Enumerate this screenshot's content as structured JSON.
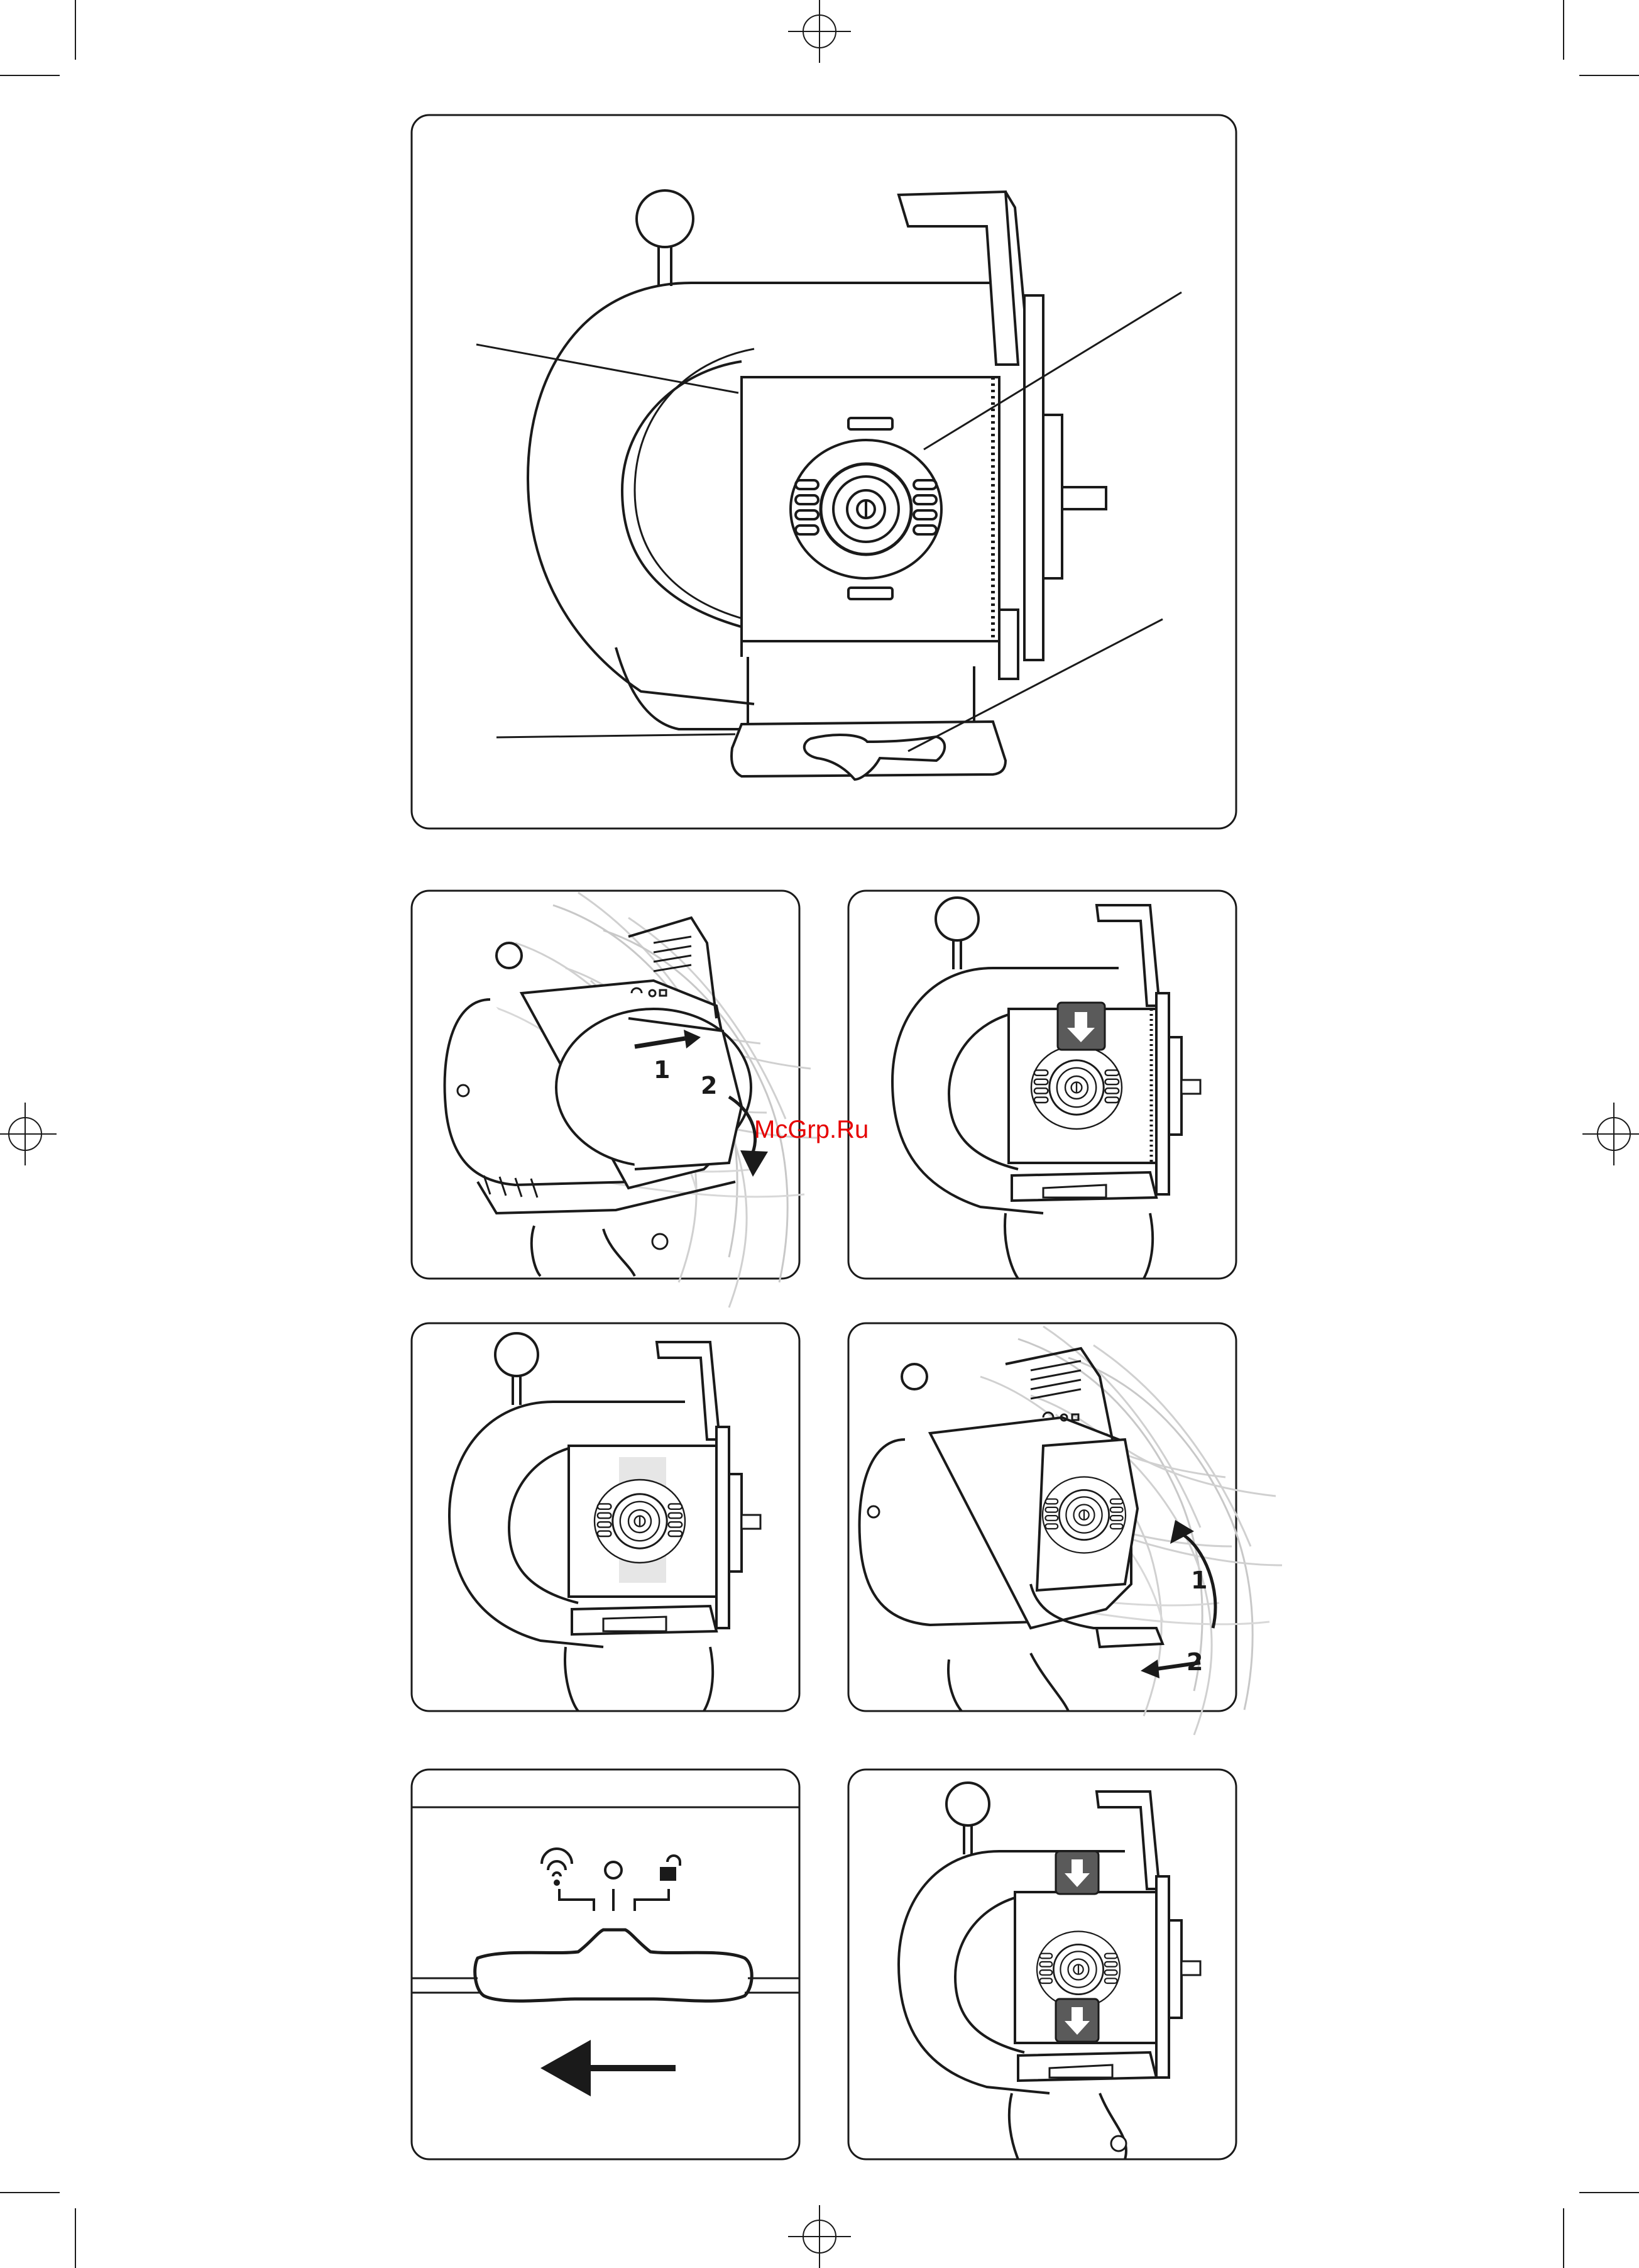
{
  "watermark": "McGrp.Ru",
  "steps": {
    "first": [
      "1",
      "2"
    ],
    "second": [
      "1",
      "2"
    ]
  },
  "mode_symbols": [
    "wave-icon",
    "circle-icon",
    "unlock-icon"
  ],
  "colors": {
    "ink": "#1a1a1a",
    "paper": "#ffffff",
    "arrow_box": "#5a5a5a",
    "grille_shade": "#e6e6e6",
    "watermark": "#e60000"
  }
}
